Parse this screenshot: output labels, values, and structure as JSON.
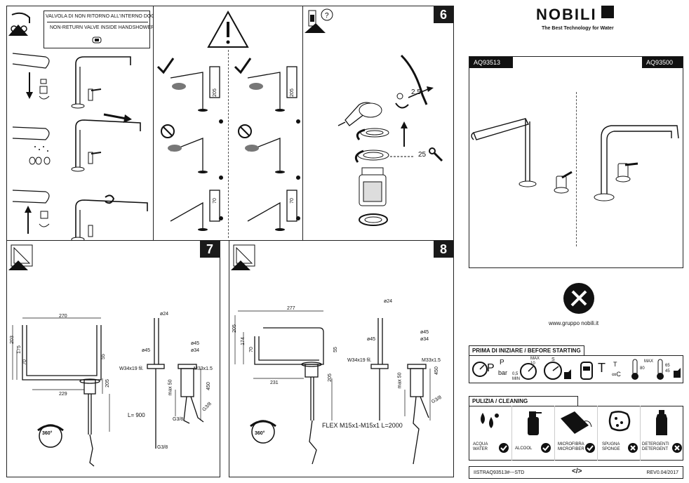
{
  "panel_top_left": {
    "note_it": "VALVOLA DI NON RITORNO ALL'INTERNO DOCCETTA",
    "note_en": "NON-RETURN VALVE INSIDE HANDSHOWER"
  },
  "panel_warning": {
    "dims": [
      "205",
      "205",
      "70",
      "70"
    ]
  },
  "panel_6": {
    "number": "6",
    "dim_a": "2.5",
    "dim_b": "25"
  },
  "panel_7": {
    "number": "7",
    "dims": {
      "d270": "270",
      "d203": "203",
      "d175": "175",
      "d70": "70",
      "d229": "229",
      "d205": "205",
      "d55": "55",
      "d24": "ø24",
      "d45": "ø45",
      "d45b": "ø45",
      "d34": "ø34",
      "thread1": "W34x19 fil.",
      "thread2": "M33x1.5",
      "max50": "max 50",
      "d450": "450",
      "g38a": "G3/8",
      "g38b": "G3/8",
      "g38c": "G3/8",
      "len": "L= 900",
      "rot": "360°"
    }
  },
  "panel_8": {
    "number": "8",
    "dims": {
      "d277": "277",
      "d205": "205",
      "d174": "174",
      "d70": "70",
      "d231": "231",
      "d205b": "205",
      "d55": "55",
      "d24": "ø24",
      "d45": "ø45",
      "d45b": "ø45",
      "d34": "ø34",
      "thread1": "W34x19 fil.",
      "thread2": "M33x1.5",
      "max50": "max 50",
      "d450": "450",
      "g38": "G3/8",
      "flex": "FLEX M15x1-M15x1 L=2000",
      "rot": "360°"
    }
  },
  "brand": {
    "name": "NOBILI",
    "tagline": "The Best Technology for Water",
    "website": "www.gruppo nobili.it"
  },
  "models": {
    "left": "AQ93513",
    "right": "AQ93500"
  },
  "before_starting": {
    "title": "PRIMA DI INIZIARE / BEFORE STARTING",
    "p_label": "P",
    "p_unit": "bar",
    "gauge_max": "MAX\n10",
    "gauge_min": "0,5\nMIN",
    "s_label": "S",
    "t_label": "T",
    "t_unit": "∞C",
    "t_max": "MAX",
    "t_80": "80",
    "t_65": "65",
    "t_45": "45"
  },
  "cleaning": {
    "title": "PULIZIA / CLEANING",
    "items": [
      {
        "label": "ACQUA\nWATER",
        "ok": true
      },
      {
        "label": "ALCOOL",
        "ok": true
      },
      {
        "label": "MICROFIBRA\nMICROFIBER",
        "ok": true
      },
      {
        "label": "SPUGNA\nSPONGE",
        "ok": false
      },
      {
        "label": "DETERGENTI\nDETERGENT",
        "ok": false
      }
    ]
  },
  "footer": {
    "code": "IISTRAQ93513#---STD",
    "rev": "REV0.04/2017"
  }
}
